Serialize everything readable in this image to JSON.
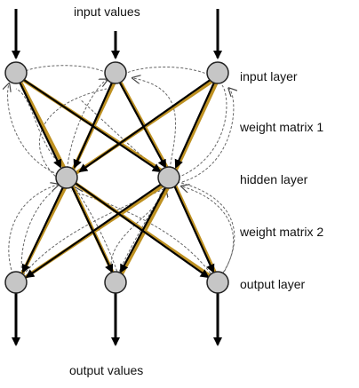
{
  "labels": {
    "top": "input values",
    "input_layer": "input layer",
    "weight_matrix_1": "weight matrix 1",
    "hidden_layer": "hidden layer",
    "weight_matrix_2": "weight matrix 2",
    "output_layer": "output layer",
    "bottom": "output values"
  },
  "colors": {
    "node_fill": "#c6c6c6",
    "node_stroke": "#222222",
    "connection": "#000000",
    "connection_shadow": "#b8860b",
    "feedback": "#555555",
    "text": "#111111"
  }
}
